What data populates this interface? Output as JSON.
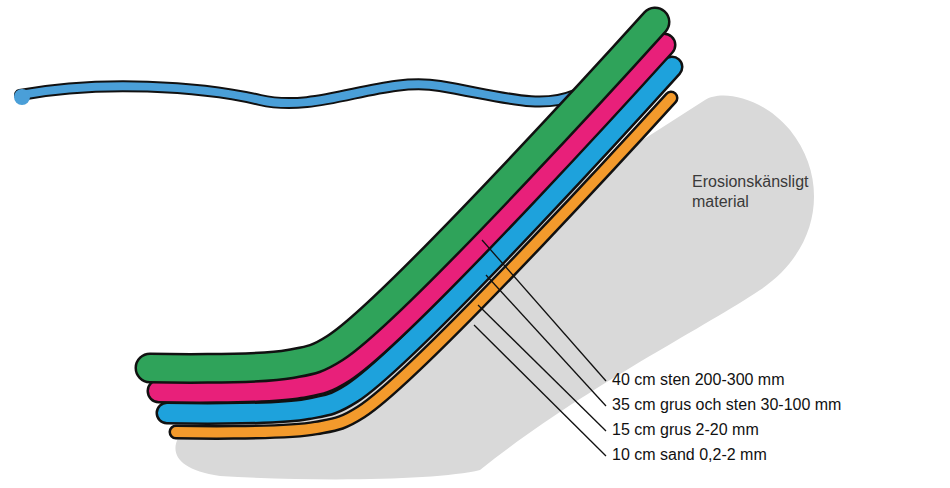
{
  "diagram": {
    "nodes": [
      {
        "text": [
          "Erosionskänsligt material"
        ]
      }
    ],
    "labels": [
      "40 cm sten 200-300 mm",
      "35 cm grus och sten 30-100 mm",
      "15 cm grus 2-20 mm",
      "10 cm sand 0,2-2 mm"
    ]
  }
}
